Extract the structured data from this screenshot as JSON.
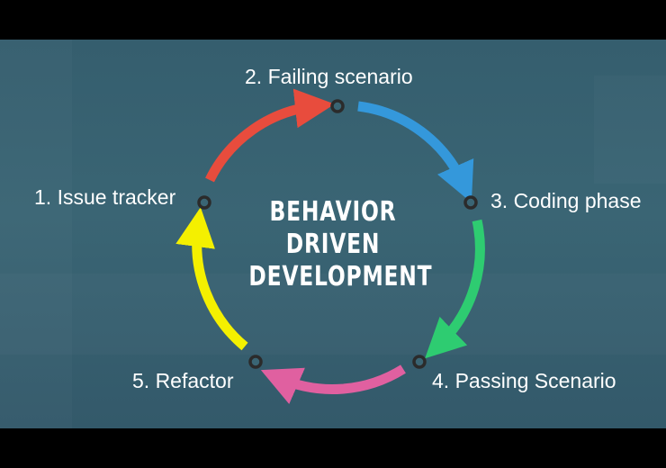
{
  "title_lines": [
    "BEHAVIOR",
    "DRIVEN",
    "DEVELOPMENT"
  ],
  "steps": [
    {
      "label": "1. Issue tracker",
      "color": "#e84c3d"
    },
    {
      "label": "2. Failing scenario",
      "color": "#3498db"
    },
    {
      "label": "3. Coding phase",
      "color": "#2ecc71"
    },
    {
      "label": "4. Passing Scenario",
      "color": "#e060a0"
    },
    {
      "label": "5. Refactor",
      "color": "#f4f000"
    }
  ],
  "colors": {
    "background": "#3a6574",
    "frame": "#000000",
    "text": "#ffffff",
    "node_ring": "#2b2b2b"
  }
}
